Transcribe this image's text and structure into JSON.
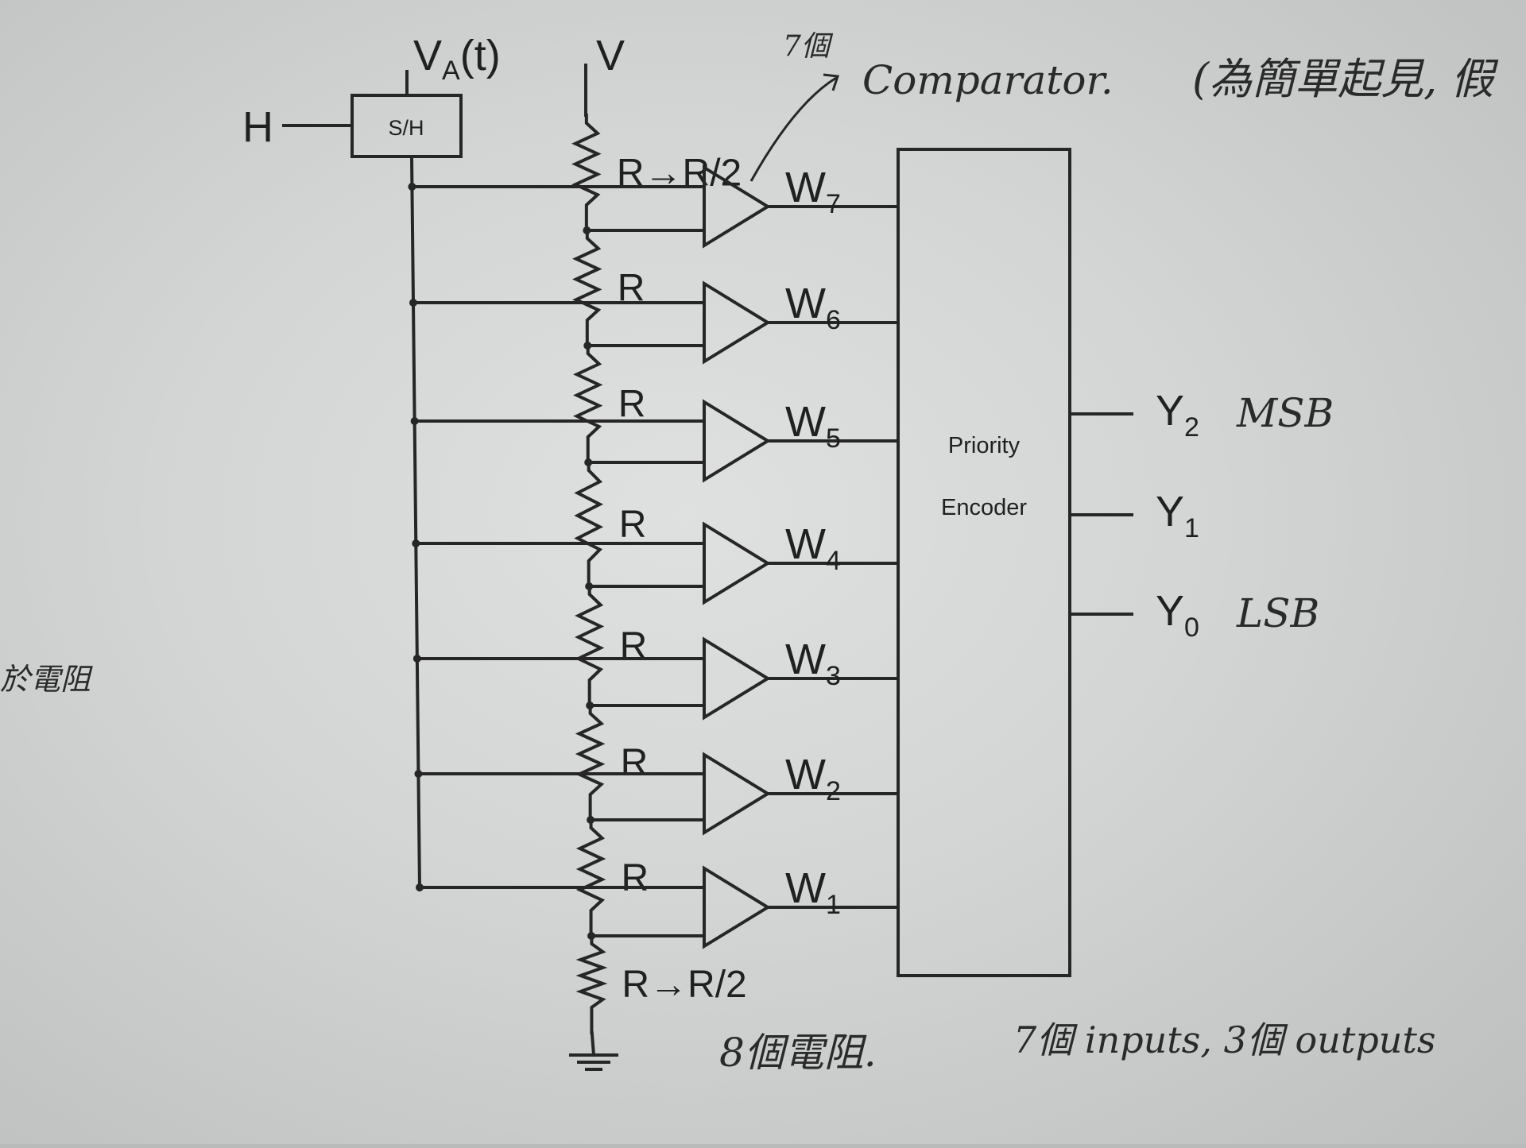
{
  "sample_hold": {
    "input_label": "V",
    "input_subscript": "A",
    "input_suffix": "(t)",
    "control_label": "H",
    "box_label": "S/H"
  },
  "reference": {
    "label": "V"
  },
  "resistors": [
    "R→R/2",
    "R",
    "R",
    "R",
    "R",
    "R",
    "R",
    "R→R/2"
  ],
  "comparator_outputs": [
    {
      "letter": "W",
      "index": "7"
    },
    {
      "letter": "W",
      "index": "6"
    },
    {
      "letter": "W",
      "index": "5"
    },
    {
      "letter": "W",
      "index": "4"
    },
    {
      "letter": "W",
      "index": "3"
    },
    {
      "letter": "W",
      "index": "2"
    },
    {
      "letter": "W",
      "index": "1"
    }
  ],
  "encoder": {
    "line1": "Priority",
    "line2": "Encoder"
  },
  "outputs": [
    {
      "letter": "Y",
      "index": "2",
      "note": "MSB"
    },
    {
      "letter": "Y",
      "index": "1",
      "note": ""
    },
    {
      "letter": "Y",
      "index": "0",
      "note": "LSB"
    }
  ],
  "handwritten": {
    "comparator_count": "7個",
    "comparator_label": "Comparator.",
    "top_right": "(為簡單起見, 假",
    "left_margin": "於電阻",
    "resistor_count": "8個電阻.",
    "io_count": "7個 inputs, 3個 outputs"
  },
  "colors": {
    "ink": "#262626",
    "paper": "#d9dada"
  }
}
